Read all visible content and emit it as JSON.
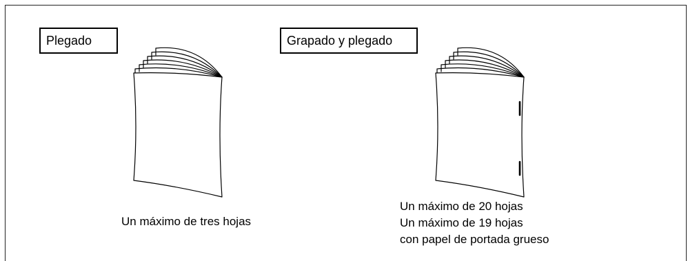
{
  "sections": [
    {
      "id": "fold",
      "label": "Plegado",
      "caption_lines": [
        "Un máximo de tres hojas"
      ],
      "has_staples": false
    },
    {
      "id": "staple",
      "label": "Grapado y plegado",
      "caption_lines": [
        "Un máximo de 20 hojas",
        "Un máximo de 19 hojas",
        "con papel de portada grueso"
      ],
      "has_staples": true
    }
  ]
}
